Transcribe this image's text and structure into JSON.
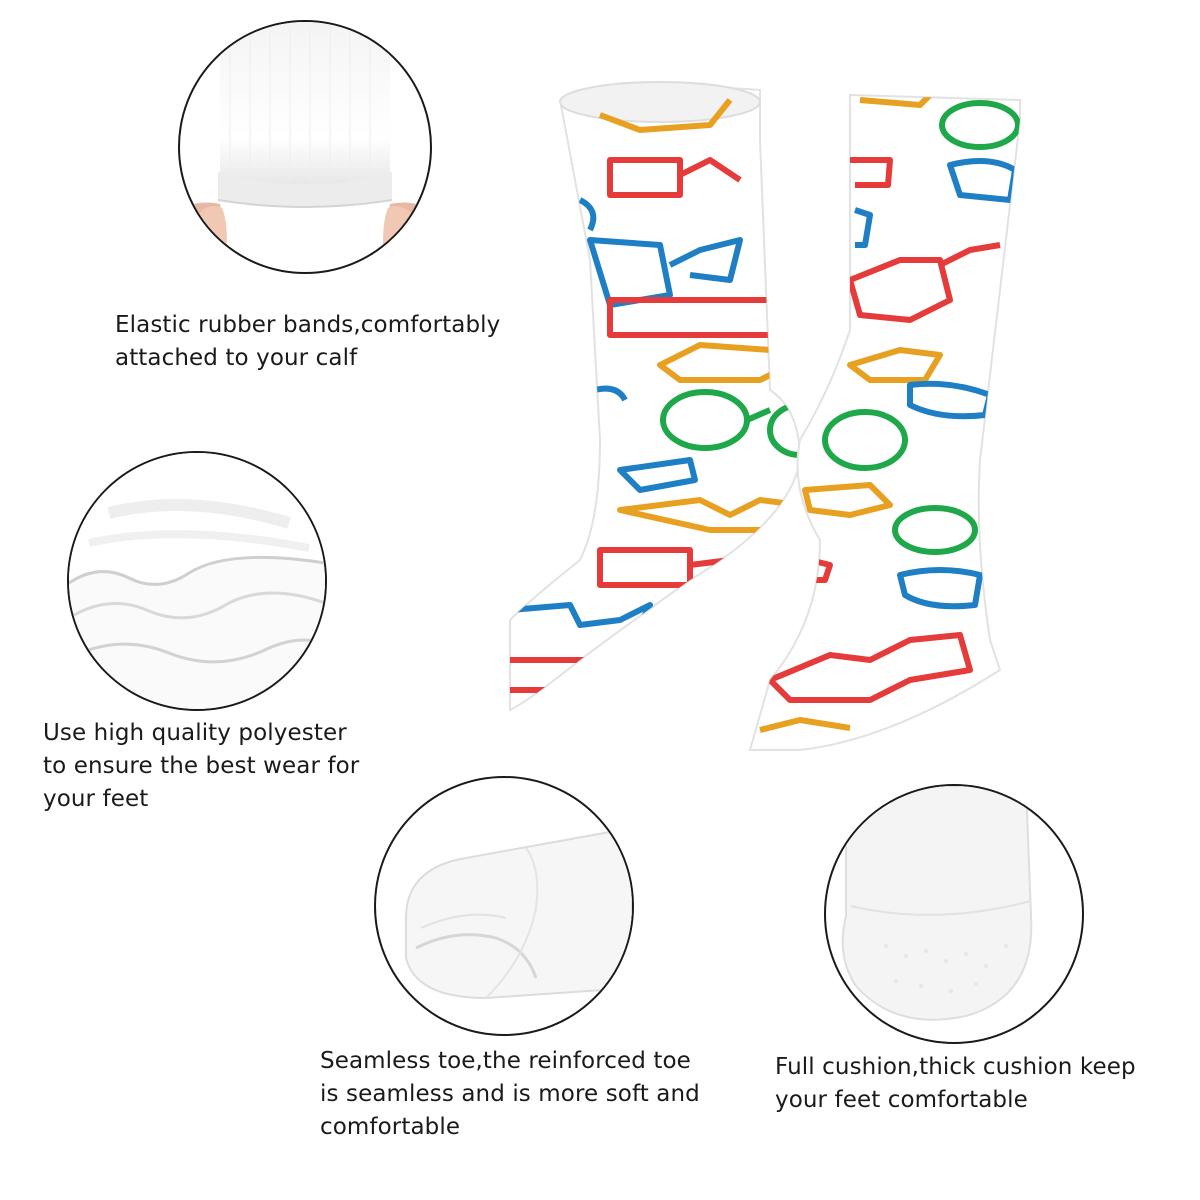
{
  "features": [
    {
      "id": "elastic-band",
      "lines": [
        "Elastic rubber bands,comfortably",
        "attached to your calf"
      ]
    },
    {
      "id": "polyester",
      "lines": [
        "Use high quality polyester",
        "to ensure the best wear for",
        "your feet"
      ]
    },
    {
      "id": "seamless-toe",
      "lines": [
        "Seamless toe,the reinforced toe",
        "is seamless and is more soft and",
        "comfortable"
      ]
    },
    {
      "id": "full-cushion",
      "lines": [
        "Full cushion,thick cushion keep",
        "your feet comfortable"
      ]
    }
  ],
  "product": {
    "pattern": "eyeglasses",
    "pattern_colors": [
      "#e8a020",
      "#e53b3b",
      "#1f7fc4",
      "#1fa84a"
    ],
    "background": "#ffffff"
  }
}
